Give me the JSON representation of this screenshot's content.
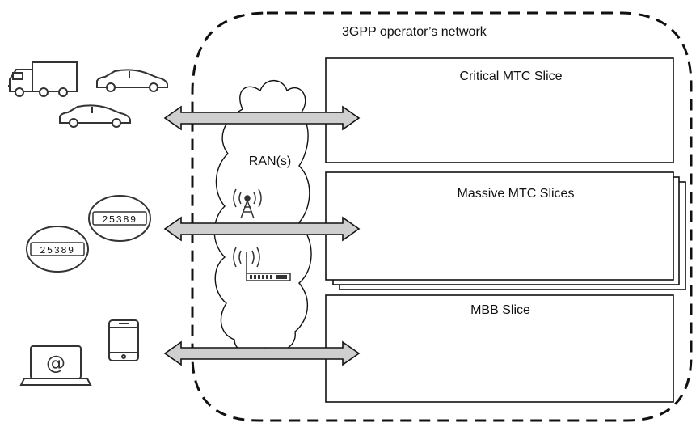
{
  "network": {
    "title": "3GPP operator’s network"
  },
  "ran": {
    "label": "RAN(s)"
  },
  "slices": [
    {
      "title": "Critical MTC Slice"
    },
    {
      "title": "Massive MTC Slices"
    },
    {
      "title": "MBB Slice"
    }
  ],
  "devices": {
    "meter_reading": "25389",
    "laptop_symbol": "@"
  },
  "icons": [
    "truck-icon",
    "car-icon",
    "smart-meter-icon",
    "smartphone-icon",
    "laptop-icon",
    "cell-tower-icon",
    "wireless-router-icon"
  ],
  "colors": {
    "arrow_fill": "#cfcfcf",
    "stroke": "#111111",
    "background": "#ffffff"
  }
}
